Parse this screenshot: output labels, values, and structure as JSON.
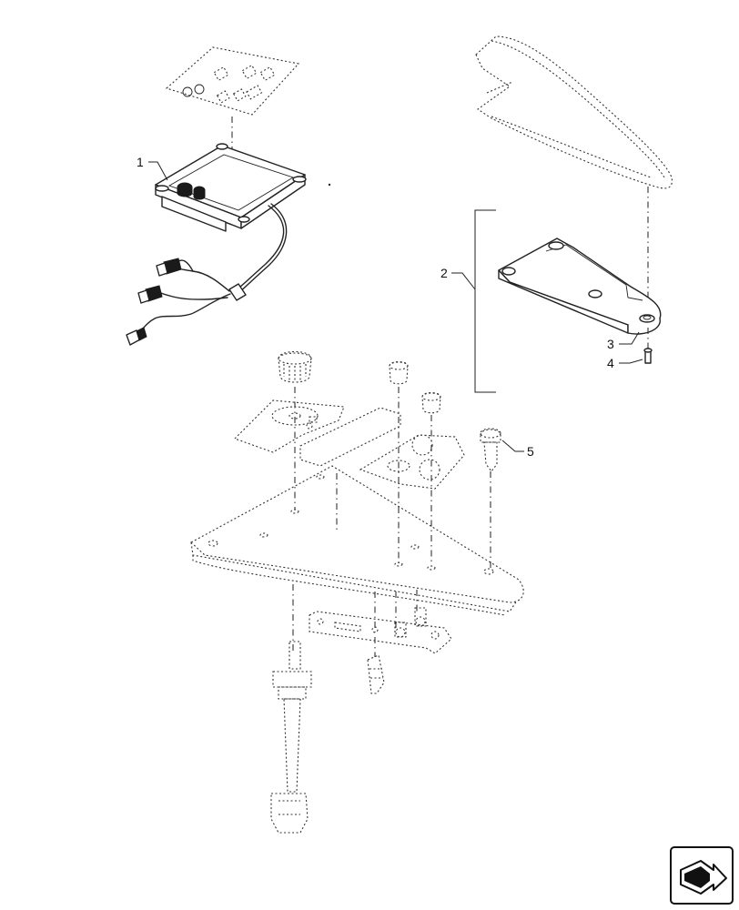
{
  "callouts": [
    {
      "id": "1",
      "label": "1"
    },
    {
      "id": "2",
      "label": "2"
    },
    {
      "id": "3",
      "label": "3"
    },
    {
      "id": "4",
      "label": "4"
    },
    {
      "id": "5",
      "label": "5"
    }
  ],
  "nav_icon": "next-page-arrow-icon"
}
